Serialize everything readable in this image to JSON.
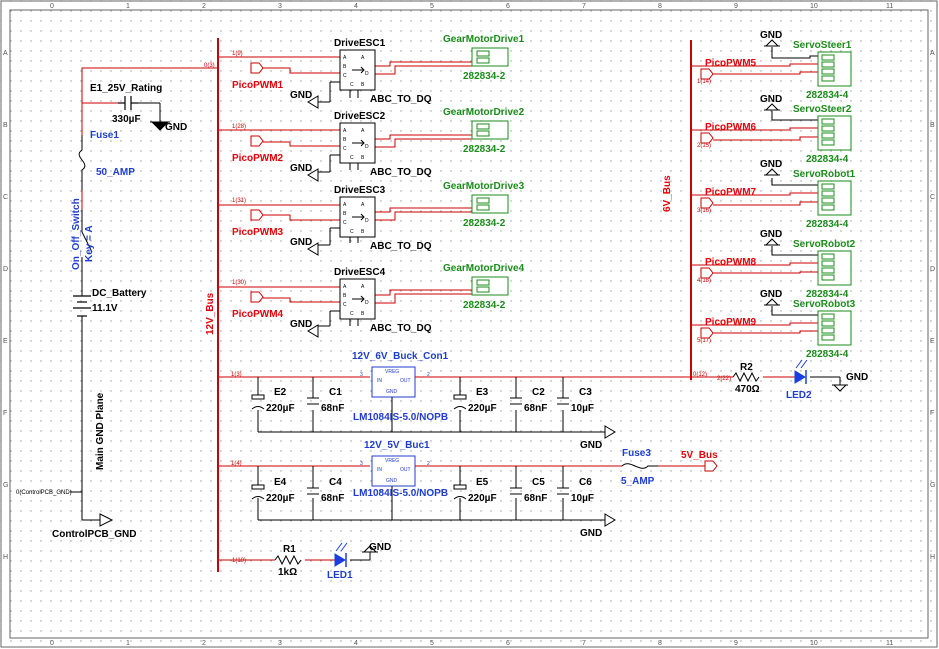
{
  "colors": {
    "wire_red": "#cc0000",
    "net_red": "#e8000a",
    "text_blue": "#1f3ccf",
    "text_green": "#1a8c1a",
    "black": "#000000",
    "led_blue": "#1a3fe0"
  },
  "border": {
    "columns": [
      "0",
      "1",
      "2",
      "3",
      "4",
      "5",
      "6",
      "7",
      "8",
      "9",
      "10",
      "11"
    ],
    "rows": [
      "A",
      "B",
      "C",
      "D",
      "E",
      "F",
      "G",
      "H"
    ]
  },
  "buses": {
    "bus12": "12V_Bus",
    "bus6": "6V_Bus",
    "gnd_plane": "Main GND Plane",
    "bus5": "5V_Bus"
  },
  "left": {
    "cap_name": "E1_25V_Rating",
    "cap_value": "330µF",
    "gnd": "GND",
    "fuse_name": "Fuse1",
    "fuse_value": "50_AMP",
    "switch_name": "On_Off_Switch",
    "switch_key": "Key = A",
    "battery_name": "DC_Battery",
    "battery_value": "11.1V",
    "ctrl_gnd": "ControlPCB_GND",
    "ctrl_gnd_tag": "0(ControlPCB_GND)"
  },
  "escs": [
    {
      "name": "DriveESC1",
      "pwm": "PicoPWM1",
      "motor": "GearMotorDrive1",
      "conn": "282834-2",
      "abc": "ABC_TO_DQ",
      "gnd": "GND",
      "tag": "1(9)"
    },
    {
      "name": "DriveESC2",
      "pwm": "PicoPWM2",
      "motor": "GearMotorDrive2",
      "conn": "282834-2",
      "abc": "ABC_TO_DQ",
      "gnd": "GND",
      "tag": "1(28)"
    },
    {
      "name": "DriveESC3",
      "pwm": "PicoPWM3",
      "motor": "GearMotorDrive3",
      "conn": "282834-2",
      "abc": "ABC_TO_DQ",
      "gnd": "GND",
      "tag": "1(31)"
    },
    {
      "name": "DriveESC4",
      "pwm": "PicoPWM4",
      "motor": "GearMotorDrive4",
      "conn": "282834-2",
      "abc": "ABC_TO_DQ",
      "gnd": "GND",
      "tag": "1(30)"
    }
  ],
  "servos": [
    {
      "name": "ServoSteer1",
      "pwm": "PicoPWM5",
      "conn": "282834-4",
      "gnd": "GND",
      "tag": "1(14)"
    },
    {
      "name": "ServoSteer2",
      "pwm": "PicoPWM6",
      "conn": "282834-4",
      "gnd": "GND",
      "tag": "2(15)"
    },
    {
      "name": "ServoRobot1",
      "pwm": "PicoPWM7",
      "conn": "282834-4",
      "gnd": "GND",
      "tag": "3(16)"
    },
    {
      "name": "ServoRobot2",
      "pwm": "PicoPWM8",
      "conn": "282834-4",
      "gnd": "GND",
      "tag": "4(18)"
    },
    {
      "name": "ServoRobot3",
      "pwm": "PicoPWM9",
      "conn": "282834-4",
      "gnd": "GND",
      "tag": "5(17)"
    }
  ],
  "reg6": {
    "name": "12V_6V_Buck_Con1",
    "part": "LM1084IS-5.0/NOPB",
    "pin_in": "IN",
    "pin_out": "OUT",
    "pin_gnd": "GND",
    "vreg": "VREG",
    "p3": "3",
    "p2": "2",
    "tag_in": "1(3)",
    "tag_out": "0(12)",
    "caps": [
      {
        "name": "E2",
        "value": "220µF"
      },
      {
        "name": "C1",
        "value": "68nF"
      },
      {
        "name": "E3",
        "value": "220µF"
      },
      {
        "name": "C2",
        "value": "68nF"
      },
      {
        "name": "C3",
        "value": "10µF"
      }
    ],
    "gnd": "GND"
  },
  "reg5": {
    "name": "12V_5V_Buc1",
    "part": "LM1084IS-5.0/NOPB",
    "pin_in": "IN",
    "pin_out": "OUT",
    "pin_gnd": "GND",
    "vreg": "VREG",
    "p3": "3",
    "p2": "2",
    "tag_in": "1(4)",
    "caps": [
      {
        "name": "E4",
        "value": "220µF"
      },
      {
        "name": "C4",
        "value": "68nF"
      },
      {
        "name": "E5",
        "value": "220µF"
      },
      {
        "name": "C5",
        "value": "68nF"
      },
      {
        "name": "C6",
        "value": "10µF"
      }
    ],
    "gnd": "GND"
  },
  "fuse3": {
    "name": "Fuse3",
    "value": "5_AMP"
  },
  "r2": {
    "name": "R2",
    "value": "470Ω",
    "tag": "2(22)"
  },
  "led2": {
    "name": "LED2",
    "gnd": "GND"
  },
  "r1": {
    "name": "R1",
    "value": "1kΩ",
    "tag": "1(19)"
  },
  "led1": {
    "name": "LED1",
    "gnd": "GND"
  },
  "tag_bus12_top": "0(3)"
}
